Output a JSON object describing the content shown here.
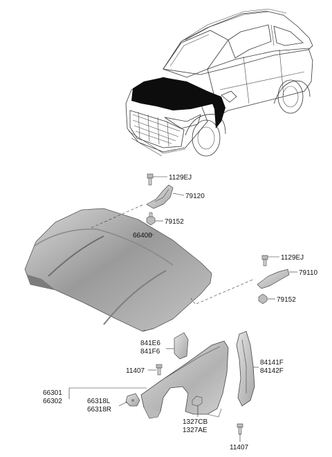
{
  "parts": {
    "p1129ej_a": "1129EJ",
    "p79120": "79120",
    "p79152_a": "79152",
    "p66400": "66400",
    "p1129ej_b": "1129EJ",
    "p79110": "79110",
    "p79152_b": "79152",
    "p841e6": "841E6",
    "p841f6": "841F6",
    "p11407_a": "11407",
    "p84141f": "84141F",
    "p84142f": "84142F",
    "p66301": "66301",
    "p66302": "66302",
    "p66318l": "66318L",
    "p66318r": "66318R",
    "p1327cb": "1327CB",
    "p1327ae": "1327AE",
    "p11407_b": "11407"
  }
}
